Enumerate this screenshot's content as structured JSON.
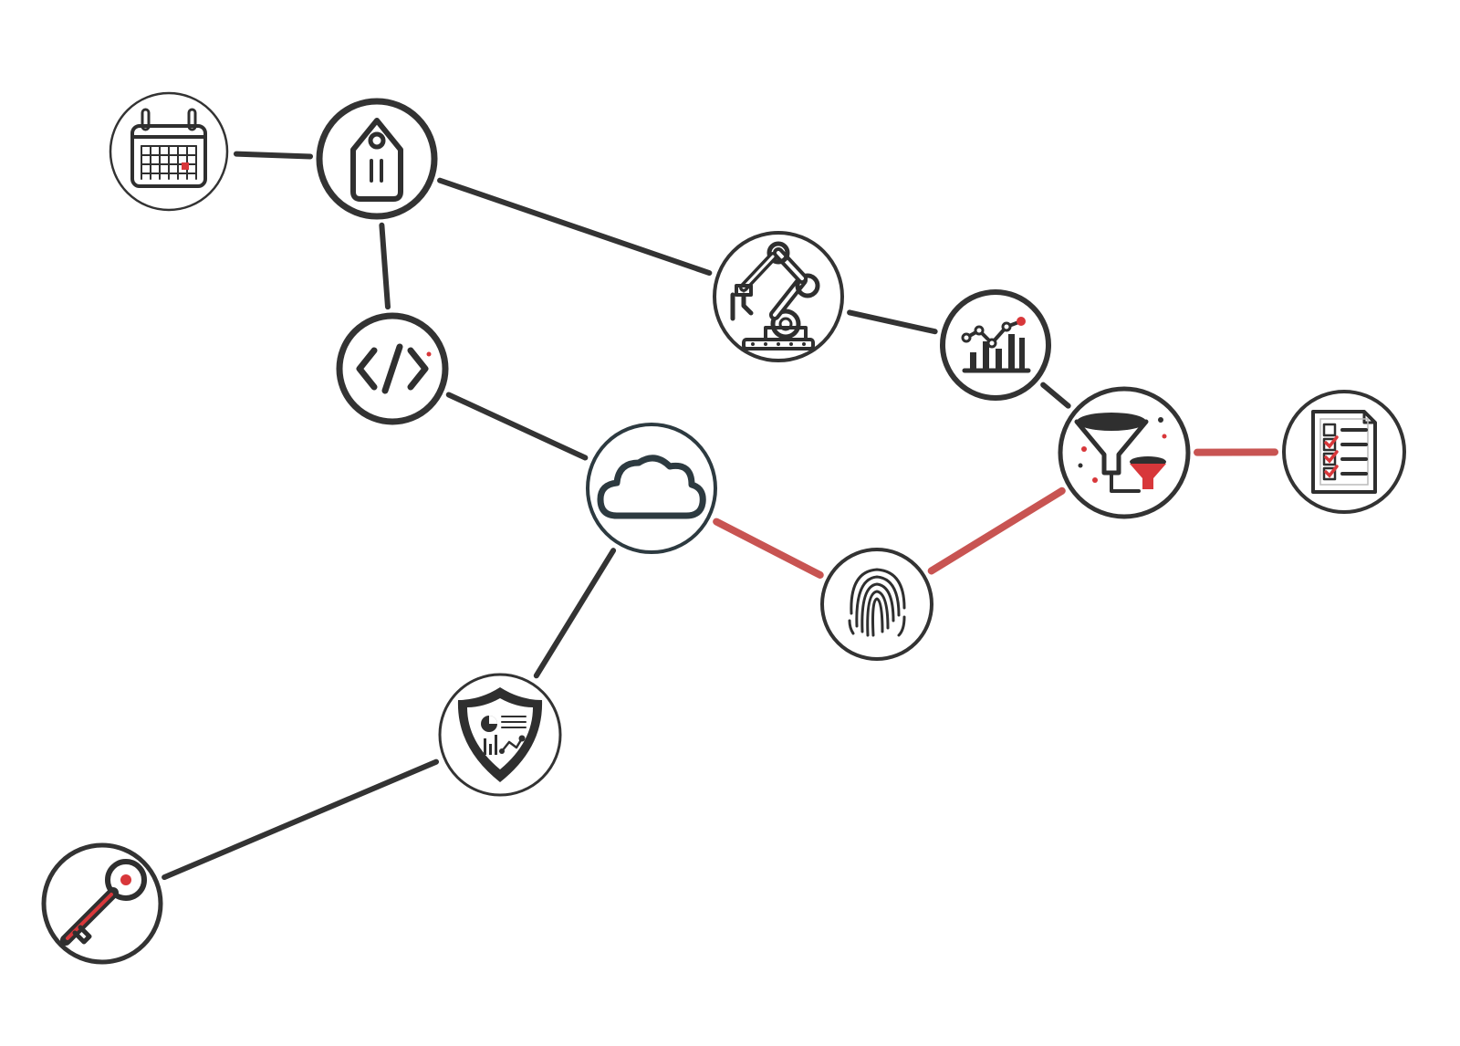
{
  "colors": {
    "ink": "#2f2f2f",
    "edge_dark": "#333333",
    "edge_highlight": "#c85452",
    "accent_red": "#d8373a",
    "background": "#ffffff"
  },
  "nodes": [
    {
      "id": "calendar",
      "icon": "calendar-icon"
    },
    {
      "id": "tag",
      "icon": "price-tag-icon"
    },
    {
      "id": "code",
      "icon": "code-brackets-icon"
    },
    {
      "id": "robot",
      "icon": "robotic-arm-icon"
    },
    {
      "id": "analytics",
      "icon": "bar-line-chart-icon"
    },
    {
      "id": "cloud",
      "icon": "cloud-icon"
    },
    {
      "id": "fingerprint",
      "icon": "fingerprint-icon"
    },
    {
      "id": "funnel",
      "icon": "data-funnel-icon"
    },
    {
      "id": "checklist",
      "icon": "checklist-document-icon"
    },
    {
      "id": "shield",
      "icon": "shield-dashboard-icon"
    },
    {
      "id": "key",
      "icon": "key-icon"
    }
  ],
  "edges": [
    {
      "from": "calendar",
      "to": "tag",
      "highlight": false
    },
    {
      "from": "tag",
      "to": "code",
      "highlight": false
    },
    {
      "from": "tag",
      "to": "robot",
      "highlight": false
    },
    {
      "from": "robot",
      "to": "analytics",
      "highlight": false
    },
    {
      "from": "analytics",
      "to": "funnel",
      "highlight": false
    },
    {
      "from": "code",
      "to": "cloud",
      "highlight": false
    },
    {
      "from": "cloud",
      "to": "fingerprint",
      "highlight": true
    },
    {
      "from": "fingerprint",
      "to": "funnel",
      "highlight": true
    },
    {
      "from": "funnel",
      "to": "checklist",
      "highlight": true
    },
    {
      "from": "cloud",
      "to": "shield",
      "highlight": false
    },
    {
      "from": "shield",
      "to": "key",
      "highlight": false
    }
  ]
}
